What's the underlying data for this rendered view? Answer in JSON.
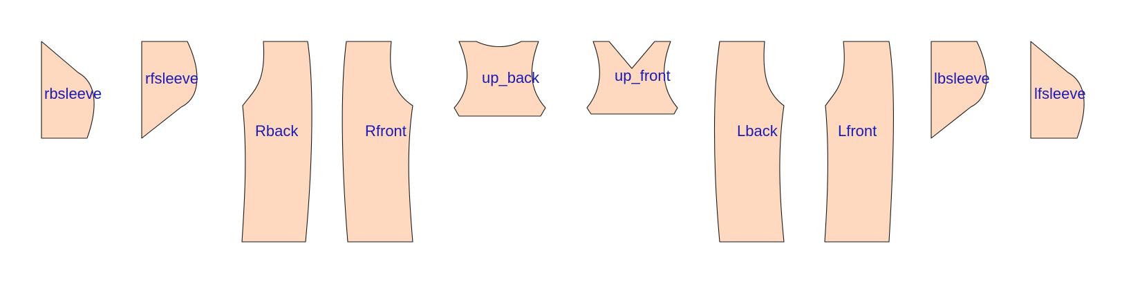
{
  "pattern": {
    "panel_fill": "#FED8BF",
    "label_color": "#1A1AB4",
    "pieces": [
      {
        "id": "rbsleeve",
        "label": "rbsleeve"
      },
      {
        "id": "rfsleeve",
        "label": "rfsleeve"
      },
      {
        "id": "rback",
        "label": "Rback"
      },
      {
        "id": "rfront",
        "label": "Rfront"
      },
      {
        "id": "up-back",
        "label": "up_back"
      },
      {
        "id": "up-front",
        "label": "up_front"
      },
      {
        "id": "lback",
        "label": "Lback"
      },
      {
        "id": "lfront",
        "label": "Lfront"
      },
      {
        "id": "lbsleeve",
        "label": "lbsleeve"
      },
      {
        "id": "lfsleeve",
        "label": "lfsleeve"
      }
    ]
  }
}
